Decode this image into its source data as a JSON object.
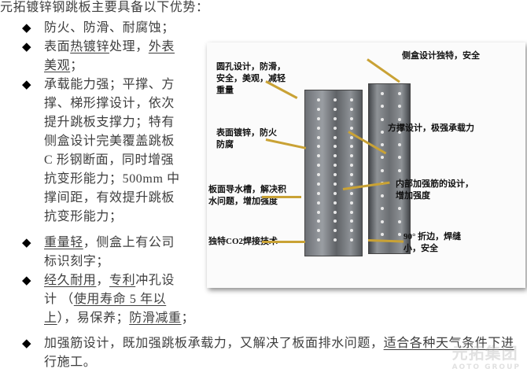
{
  "title": "元拓镀锌钢跳板主要具备以下优势：",
  "bullet_icon": "black-diamond",
  "items": [
    {
      "lines": [
        [
          {
            "t": "防火、防滑、耐腐蚀；",
            "u": false
          }
        ]
      ]
    },
    {
      "lines": [
        [
          {
            "t": "表面",
            "u": false
          },
          {
            "t": "热镀锌",
            "u": true
          },
          {
            "t": "处理，",
            "u": false
          },
          {
            "t": "外表",
            "u": true
          }
        ],
        [
          {
            "t": "美观",
            "u": true
          },
          {
            "t": "；",
            "u": false
          }
        ]
      ]
    },
    {
      "lines": [
        [
          {
            "t": "承载能力强；平撑、方",
            "u": false
          }
        ],
        [
          {
            "t": "撑、梯形撑设计，依次",
            "u": false
          }
        ],
        [
          {
            "t": "提升跳板支撑力；特有",
            "u": false
          }
        ],
        [
          {
            "t": "侧盒设计完美覆盖跳板",
            "u": false
          }
        ],
        [
          {
            "t": "C 形钢断面，同时增强",
            "u": false
          }
        ],
        [
          {
            "t": "抗变形能力；500mm 中",
            "u": false
          }
        ],
        [
          {
            "t": "撑间距，有效提升跳板",
            "u": false
          }
        ],
        [
          {
            "t": "抗变形能力；",
            "u": false
          }
        ]
      ]
    },
    {
      "lines": [
        [
          {
            "t": "重量轻",
            "u": true
          },
          {
            "t": "，侧盒上有公司",
            "u": false
          }
        ],
        [
          {
            "t": "标识刻字；",
            "u": false
          }
        ]
      ]
    },
    {
      "lines": [
        [
          {
            "t": "经久耐用",
            "u": true
          },
          {
            "t": "，",
            "u": false
          },
          {
            "t": "专利",
            "u": true
          },
          {
            "t": "冲孔设",
            "u": false
          }
        ],
        [
          {
            "t": "计 （",
            "u": false
          },
          {
            "t": "使用寿命 5 年以",
            "u": true
          }
        ],
        [
          {
            "t": "上",
            "u": true
          },
          {
            "t": "），易保养；",
            "u": false
          },
          {
            "t": "防滑减重",
            "u": true
          },
          {
            "t": "；",
            "u": false
          }
        ]
      ]
    },
    {
      "lines": [
        [
          {
            "t": "加强筋设计，既加强跳板承载力，又解决了板面排水问题，",
            "u": false
          },
          {
            "t": "适合各种天气条件下进",
            "u": true
          }
        ],
        [
          {
            "t": "行施工。",
            "u": false
          }
        ]
      ]
    }
  ],
  "photo": {
    "labels_left": [
      "圆孔设计，防滑，\n安全，美观，减轻\n重量",
      "表面镀锌，防火\n防腐",
      "板面导水槽，解决积\n水问题，增加强度",
      "独特CO2焊接技术"
    ],
    "labels_right": [
      "侧盒设计独特，安全",
      "方撑设计，极强承载力",
      "内部加强筋的设计，\n增加强度",
      "90° 折边，焊缝\n小，安全"
    ],
    "pointer_color": "#c9a235"
  },
  "watermark": {
    "cn": "元拓集团",
    "en": "AOTO GROUP"
  }
}
